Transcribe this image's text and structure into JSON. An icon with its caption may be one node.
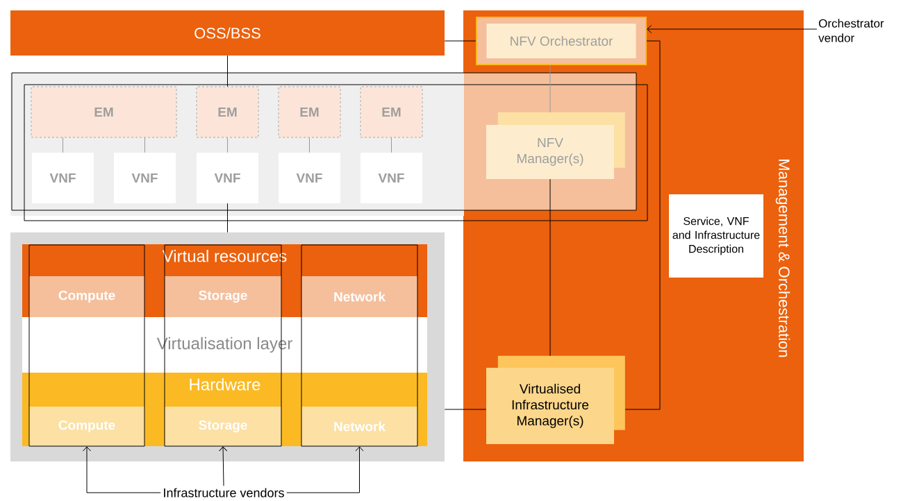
{
  "diagram": {
    "nodes": [
      {
        "text": [
          "OSS/BSS"
        ]
      },
      {
        "text": [
          "Management & Orchestration"
        ]
      },
      {
        "text": [
          "NFV Orchestrator"
        ],
        "in": 1
      },
      {
        "text": [
          "Orchestrator vendor"
        ]
      },
      {
        "text": [
          "EM"
        ]
      },
      {
        "text": [
          "EM"
        ]
      },
      {
        "text": [
          "EM"
        ]
      },
      {
        "text": [
          "EM"
        ]
      },
      {
        "text": [
          "VNF"
        ]
      },
      {
        "text": [
          "VNF"
        ]
      },
      {
        "text": [
          "VNF"
        ]
      },
      {
        "text": [
          "VNF"
        ]
      },
      {
        "text": [
          "VNF"
        ]
      },
      {
        "text": [
          "NFV Manager(s)"
        ],
        "in": 1
      },
      {
        "text": [
          "Service, VNF and Infrastructure Description"
        ],
        "in": 1
      },
      {
        "text": [],
        "shape": "box"
      },
      {
        "text": [
          "Virtual resources"
        ],
        "in": 15
      },
      {
        "text": [
          "Compute"
        ],
        "in": 16
      },
      {
        "text": [
          "Storage"
        ],
        "in": 16
      },
      {
        "text": [
          "Network"
        ],
        "in": 16
      },
      {
        "text": [
          "Virtualisation layer"
        ],
        "in": 15
      },
      {
        "text": [
          "Hardware"
        ],
        "in": 15
      },
      {
        "text": [
          "Compute"
        ],
        "in": 21
      },
      {
        "text": [
          "Storage"
        ],
        "in": 21
      },
      {
        "text": [
          "Network"
        ],
        "in": 21
      },
      {
        "text": [
          "Virtualised Infrastructure Manager(s)"
        ],
        "in": 1
      },
      {
        "text": [
          "Infrastructure vendors"
        ]
      }
    ],
    "edges": [
      {
        "from": 0,
        "to": 2,
        "arrow": "none"
      },
      {
        "from": 0,
        "to": 5,
        "arrow": "none"
      },
      {
        "from": 4,
        "to": 8,
        "arrow": "none",
        "color": "#999999"
      },
      {
        "from": 4,
        "to": 9,
        "arrow": "none",
        "color": "#999999"
      },
      {
        "from": 5,
        "to": 10,
        "arrow": "none",
        "color": "#999999"
      },
      {
        "from": 6,
        "to": 11,
        "arrow": "none",
        "color": "#999999"
      },
      {
        "from": 7,
        "to": 12,
        "arrow": "none",
        "color": "#999999"
      },
      {
        "from": 10,
        "to": 15,
        "arrow": "none"
      },
      {
        "from": 2,
        "to": 13,
        "arrow": "none",
        "color": "#999999"
      },
      {
        "from": 13,
        "to": 25,
        "arrow": "none"
      },
      {
        "from": 2,
        "to": 25,
        "arrow": "none"
      },
      {
        "from": 15,
        "to": 25,
        "arrow": "none"
      },
      {
        "from": 3,
        "to": 2,
        "arrow": "to"
      },
      {
        "from": 26,
        "to": 22,
        "arrow": "to"
      },
      {
        "from": 26,
        "to": 23,
        "arrow": "to"
      },
      {
        "from": 26,
        "to": 24,
        "arrow": "to"
      }
    ]
  }
}
